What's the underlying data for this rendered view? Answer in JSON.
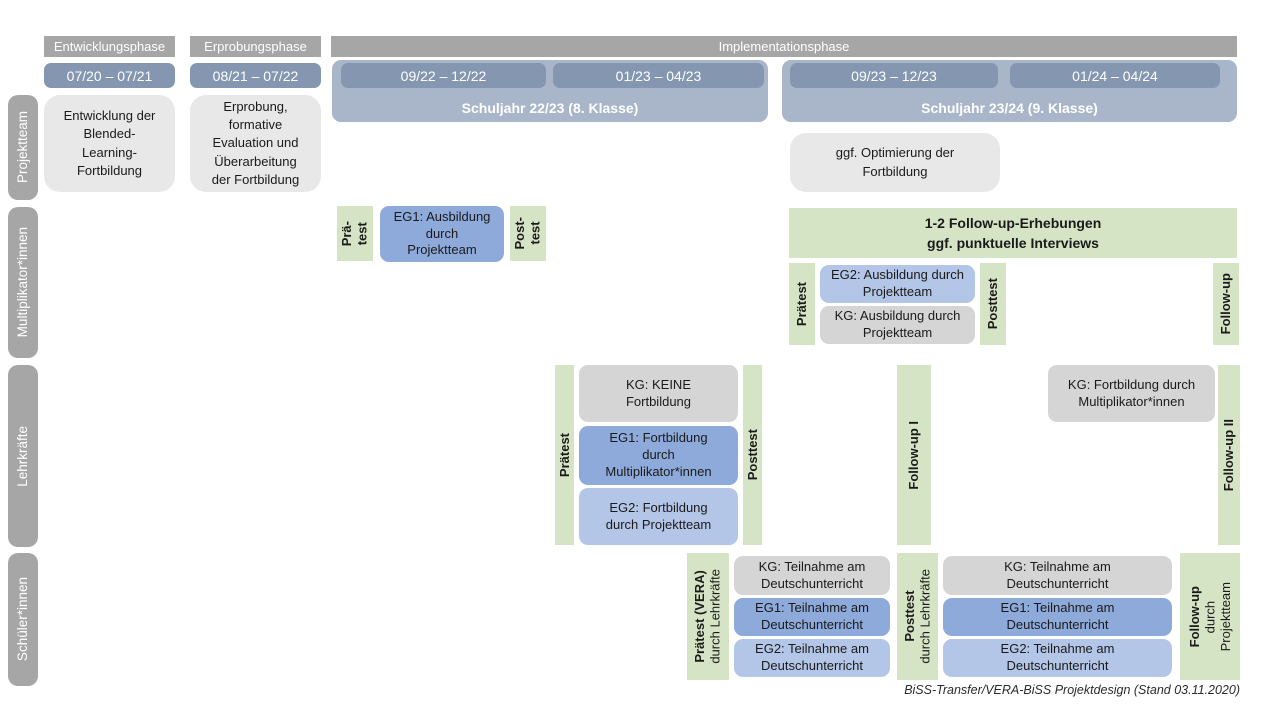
{
  "colors": {
    "phase_header": "#a6a6a6",
    "date_box": "#8496b0",
    "school_year_band": "#a9b6ca",
    "row_label": "#a6a6a6",
    "activity_gray": "#e8e8e8",
    "group_kg": "#d5d5d5",
    "group_eg1": "#8eaadb",
    "group_eg2": "#b4c6e7",
    "measure_green": "#d6e4c6"
  },
  "phase_headers": {
    "entwicklung": "Entwicklungsphase",
    "erprobung": "Erprobungsphase",
    "implementation": "Implementationsphase"
  },
  "date_ranges": {
    "d1": "07/20 – 07/21",
    "d2": "08/21 – 07/22",
    "d3": "09/22 – 12/22",
    "d4": "01/23 – 04/23",
    "d5": "09/23 – 12/23",
    "d6": "01/24 – 04/24"
  },
  "school_years": {
    "sy1": "Schuljahr 22/23 (8. Klasse)",
    "sy2": "Schuljahr 23/24 (9. Klasse)"
  },
  "row_labels": {
    "projektteam": "Projektteam",
    "multiplikatoren": "Multiplikator*innen",
    "lehrkraefte": "Lehrkräfte",
    "schueler": "Schüler*innen"
  },
  "projektteam_row": {
    "entwicklung_box": "Entwicklung der\nBlended-\nLearning-\nFortbildung",
    "erprobung_box": "Erprobung,\nformative\nEvaluation und\nÜberarbeitung\nder Fortbildung",
    "optimierung_box": "ggf. Optimierung der\nFortbildung"
  },
  "multiplikatoren_row": {
    "praetest1_line1": "Prä-",
    "praetest1_line2": "test",
    "eg1_box": "EG1: Ausbildung\ndurch\nProjektteam",
    "posttest1_line1": "Post-",
    "posttest1_line2": "test",
    "banner_line1": "1-2 Follow-up-Erhebungen",
    "banner_line2": "ggf. punktuelle Interviews",
    "praetest2": "Prätest",
    "eg2_box": "EG2: Ausbildung durch\nProjektteam",
    "kg_box": "KG: Ausbildung durch\nProjektteam",
    "posttest2": "Posttest",
    "followup": "Follow-up"
  },
  "lehrkraefte_row": {
    "praetest": "Prätest",
    "kg_box": "KG: KEINE\nFortbildung",
    "eg1_box": "EG1: Fortbildung\ndurch\nMultiplikator*innen",
    "eg2_box": "EG2: Fortbildung\ndurch Projektteam",
    "posttest": "Posttest",
    "followup1": "Follow-up I",
    "kg_followup_box": "KG: Fortbildung durch\nMultiplikator*innen",
    "followup2": "Follow-up II"
  },
  "schueler_row": {
    "praetest_bold": "Prätest (VERA)",
    "praetest_sub": "durch Lehrkräfte",
    "kg_box1": "KG: Teilnahme am\nDeutschunterricht",
    "eg1_box1": "EG1: Teilnahme am\nDeutschunterricht",
    "eg2_box1": "EG2: Teilnahme am\nDeutschunterricht",
    "posttest_bold": "Posttest",
    "posttest_sub": "durch Lehrkräfte",
    "kg_box2": "KG: Teilnahme am\nDeutschunterricht",
    "eg1_box2": "EG1: Teilnahme am\nDeutschunterricht",
    "eg2_box2": "EG2: Teilnahme am\nDeutschunterricht",
    "followup_bold": "Follow-up",
    "followup_sub1": "durch",
    "followup_sub2": "Projektteam"
  },
  "caption": "BiSS-Transfer/VERA-BiSS Projektdesign (Stand 03.11.2020)"
}
